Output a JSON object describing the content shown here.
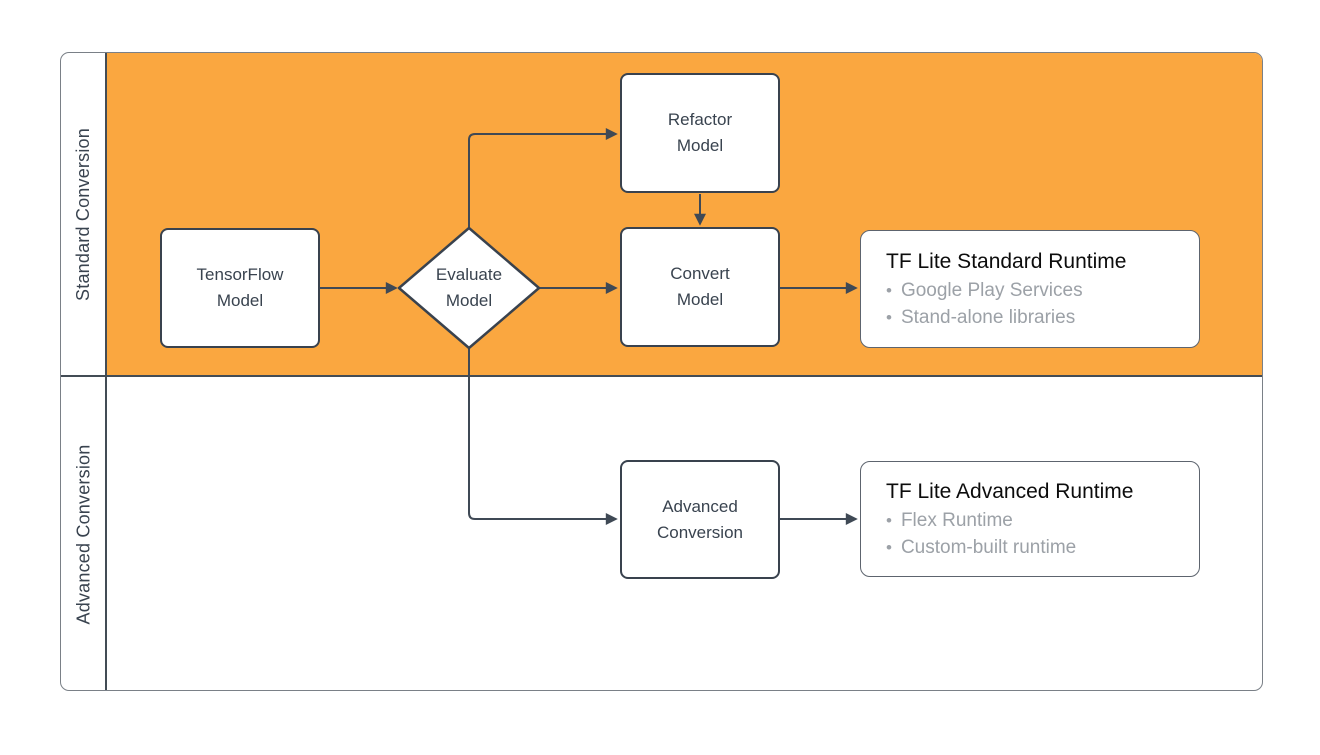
{
  "lanes": [
    {
      "label": "Standard Conversion",
      "fill": "#FAA740"
    },
    {
      "label": "Advanced Conversion",
      "fill": "#FFFFFF"
    }
  ],
  "nodes": {
    "tensorflow_model": {
      "label": "TensorFlow\nModel"
    },
    "evaluate_model": {
      "label": "Evaluate\nModel"
    },
    "refactor_model": {
      "label": "Refactor\nModel"
    },
    "convert_model": {
      "label": "Convert\nModel"
    },
    "advanced_conversion": {
      "label": "Advanced\nConversion"
    },
    "tflite_standard_runtime": {
      "title": "TF Lite Standard Runtime",
      "bullets": [
        "Google Play Services",
        "Stand-alone libraries"
      ]
    },
    "tflite_advanced_runtime": {
      "title": "TF Lite Advanced Runtime",
      "bullets": [
        "Flex Runtime",
        "Custom-built runtime"
      ]
    }
  },
  "connections": [
    {
      "from": "tensorflow_model",
      "to": "evaluate_model"
    },
    {
      "from": "evaluate_model",
      "to": "refactor_model"
    },
    {
      "from": "refactor_model",
      "to": "convert_model"
    },
    {
      "from": "evaluate_model",
      "to": "convert_model"
    },
    {
      "from": "convert_model",
      "to": "tflite_standard_runtime"
    },
    {
      "from": "evaluate_model",
      "to": "advanced_conversion"
    },
    {
      "from": "advanced_conversion",
      "to": "tflite_advanced_runtime"
    }
  ],
  "ui": {
    "bullet_char": "•"
  },
  "colors": {
    "lane_standard_fill": "#FAA740",
    "node_border": "#39424E",
    "runtime_border": "#5D646E",
    "arrow": "#3F4955",
    "text_dark": "#39434F",
    "runtime_title_text": "#0C0C0C",
    "bullet_text": "#9CA1A7"
  }
}
